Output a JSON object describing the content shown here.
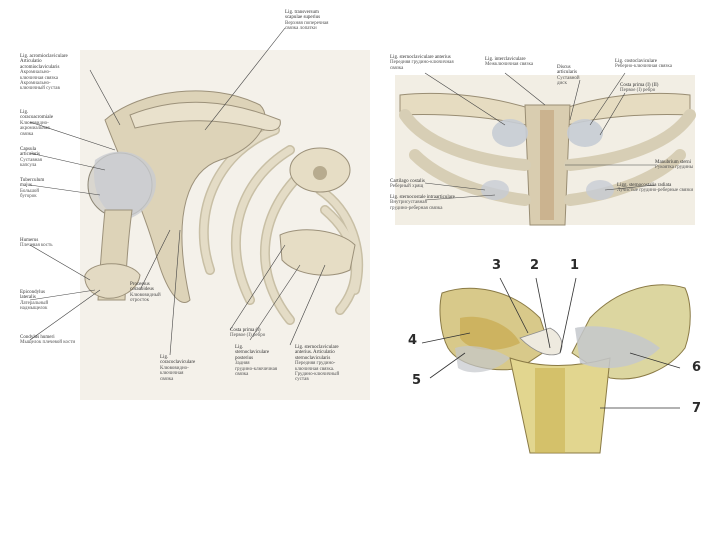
{
  "left_figure": {
    "labels": [
      {
        "la": "Lig. transversum",
        "la2": "scapulae superius",
        "ru": "Верхняя поперечная",
        "ru2": "связка лопатки"
      },
      {
        "la": "Lig. acromioclaviculare",
        "la2": "Articulatio",
        "la3": "acromioclavicularis",
        "ru": "Акромиально-",
        "ru2": "ключичная связка",
        "ru3": "Акромиально-",
        "ru4": "ключичный сустав"
      },
      {
        "la": "Lig.",
        "la2": "coracoacromiale",
        "ru": "Клювовидно-",
        "ru2": "акромиальная",
        "ru3": "связка"
      },
      {
        "la": "Capsula",
        "la2": "articularis",
        "ru": "Суставная",
        "ru2": "капсула"
      },
      {
        "la": "Tuberculum",
        "la2": "majus",
        "ru": "Большой",
        "ru2": "бугорок"
      },
      {
        "la": "Humerus",
        "ru": "Плечевая кость"
      },
      {
        "la": "Epicondylus",
        "la2": "lateralis",
        "ru": "Латеральный",
        "ru2": "надмыщелок"
      },
      {
        "la": "Condylus humeri",
        "ru": "Мыщелок плечевой кости"
      },
      {
        "la": "Processus",
        "la2": "coracoideus",
        "ru": "Клювовидный",
        "ru2": "отросток"
      },
      {
        "la": "Lig.",
        "la2": "coracoclaviculare",
        "ru": "Клювовидно-",
        "ru2": "ключичная",
        "ru3": "связка"
      },
      {
        "la": "Costa prima (I)",
        "ru": "Первое (I) ребро"
      },
      {
        "la": "Lig.",
        "la2": "sternoclaviculare",
        "la3": "posterius",
        "ru": "Задняя",
        "ru2": "грудино-ключичная",
        "ru3": "связка"
      },
      {
        "la": "Lig. sternoclaviculare",
        "la2": "anterius. Articulatio",
        "la3": "sternoclavicularis",
        "ru": "Передняя грудино-",
        "ru2": "ключичная связка.",
        "ru3": "Грудино-ключичный",
        "ru4": "сустав"
      }
    ]
  },
  "right_top_figure": {
    "labels": [
      {
        "la": "Lig. sternoclaviculare anterius",
        "ru": "Передняя грудино-ключичная",
        "ru2": "связка"
      },
      {
        "la": "Lig. interclaviculare",
        "ru": "Межключичная связка"
      },
      {
        "la": "Discus",
        "la2": "articularis",
        "ru": "Суставной",
        "ru2": "диск"
      },
      {
        "la": "Lig. costoclaviculare",
        "ru": "Реберно-ключичная связка"
      },
      {
        "la": "Costa prima (I)",
        "ru": "Первое (I) ребро",
        "tag": "(II)"
      },
      {
        "la": "Manubrium sterni",
        "ru": "Рукоятка грудины"
      },
      {
        "la": "Ligg. sternocostalia radiata",
        "ru": "Лучистые грудино-реберные связки"
      },
      {
        "la": "Cartilago costalis",
        "ru": "Реберный хрящ"
      },
      {
        "la": "Lig. sternocostale intraarticulare",
        "ru": "Внутрисуставная",
        "ru2": "грудино-реберная связка"
      }
    ]
  },
  "right_bottom_figure": {
    "numbers": [
      "1",
      "2",
      "3",
      "4",
      "5",
      "6",
      "7"
    ]
  }
}
